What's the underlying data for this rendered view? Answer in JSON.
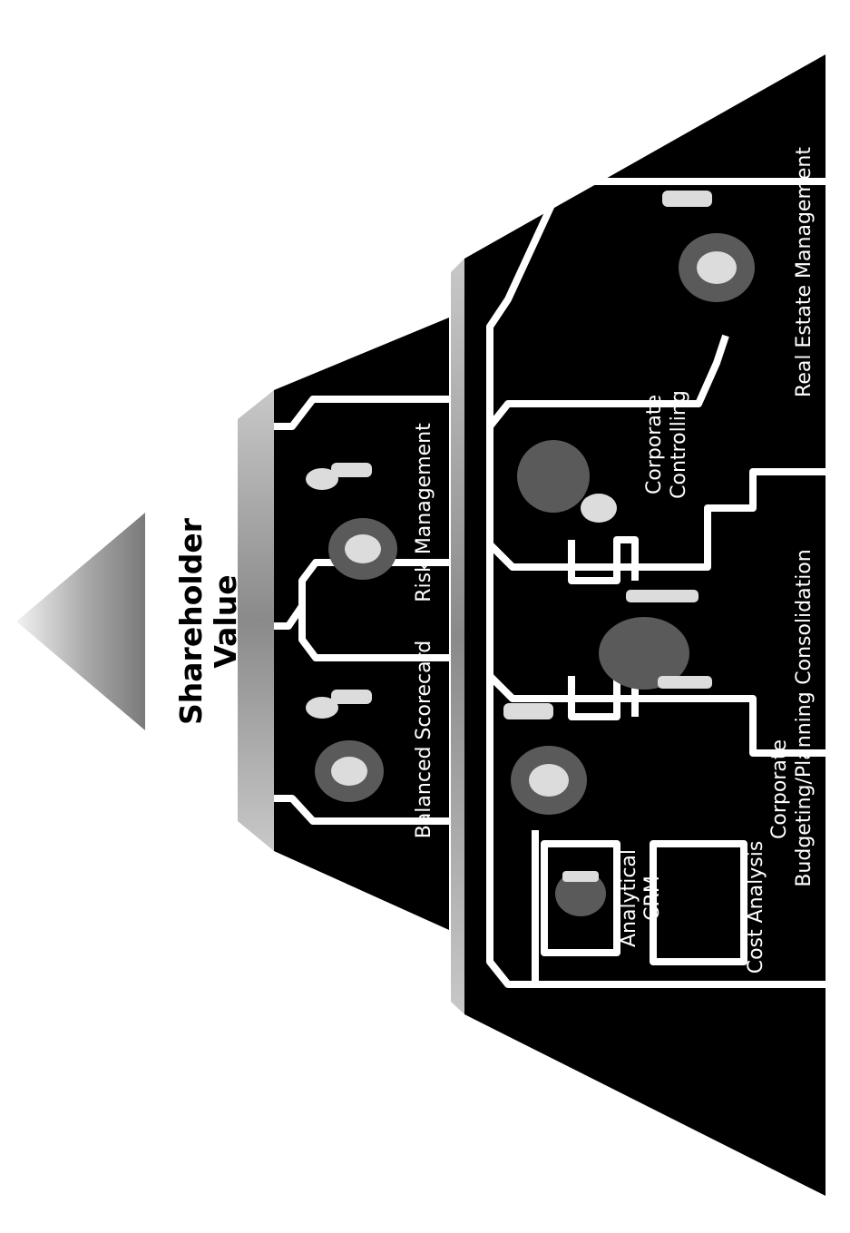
{
  "title": {
    "line1": "Shareholder",
    "line2": "Value"
  },
  "upper_tier": {
    "labels": [
      "Balanced Scorecard",
      "Risk Management"
    ]
  },
  "lower_tier": {
    "labels": {
      "cost_analysis": "Cost Analysis",
      "analytical_crm_1": "Analytical",
      "analytical_crm_2": "CRM",
      "budgeting_1": "Corporate",
      "budgeting_2": "Budgeting/Planning",
      "consolidation": "Consolidation",
      "controlling_1": "Corporate",
      "controlling_2": "Controlling",
      "real_estate": "Real Estate Management"
    }
  },
  "colors": {
    "background": "#ffffff",
    "panel": "#000000",
    "divider": "#ffffff",
    "bevel": "#9a9a9a"
  }
}
